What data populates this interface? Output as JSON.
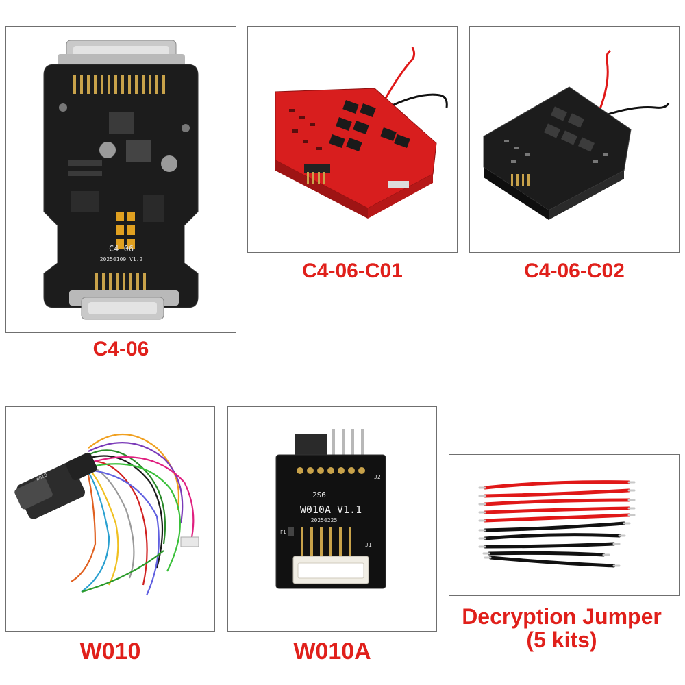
{
  "products": [
    {
      "id": "c4-06",
      "label": "C4-06",
      "board_marking": "C4-06",
      "board_date": "20250109 V1.2",
      "color": "#1c1c1c"
    },
    {
      "id": "c4-06-c01",
      "label": "C4-06-C01",
      "color": "#d81e1e"
    },
    {
      "id": "c4-06-c02",
      "label": "C4-06-C02",
      "color": "#1c1c1c"
    },
    {
      "id": "w010",
      "label": "W010",
      "cable_tag": "W010"
    },
    {
      "id": "w010a",
      "label": "W010A",
      "board_marking": "W010A V1.1",
      "board_date": "20250225",
      "board_code": "2S6",
      "connector_j1": "J1",
      "connector_j2": "J2",
      "fuse": "F1"
    },
    {
      "id": "decryption-jumper",
      "label_line1": "Decryption Jumper",
      "label_line2": "(5 kits)"
    }
  ],
  "label_color": "#e0201b",
  "border_color": "#6f6f6f"
}
